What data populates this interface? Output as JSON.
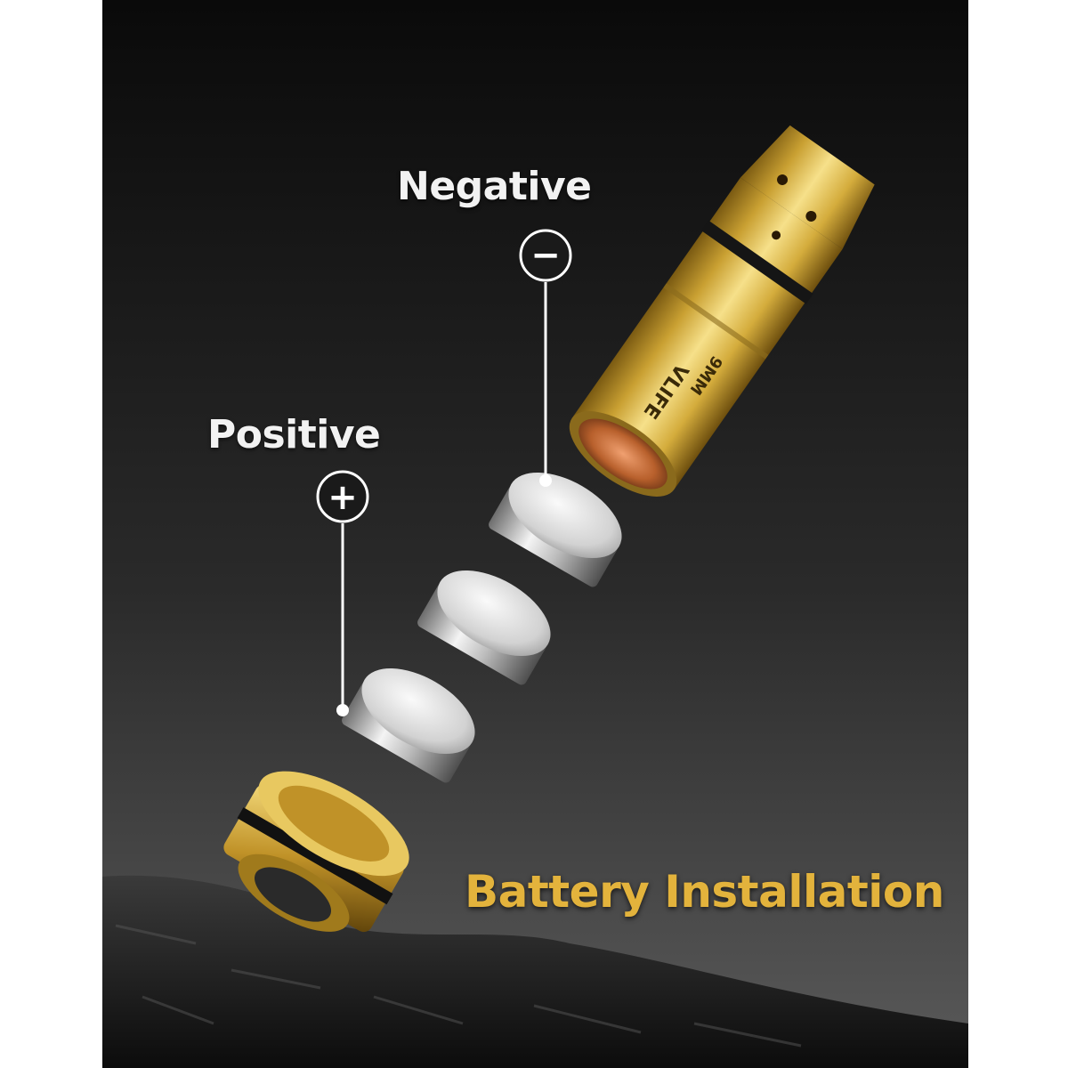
{
  "labels": {
    "negative": "Negative",
    "positive": "Positive",
    "title": "Battery Installation"
  },
  "symbols": {
    "negative": "−",
    "positive": "+"
  },
  "product": {
    "brand_text": "VLIFE",
    "caliber_text": "9MM"
  },
  "colors": {
    "background_top": "#0d0d0d",
    "background_bottom": "#4a4a4a",
    "brass": "#d9b24a",
    "brass_dark": "#8a6a1c",
    "title_accent": "#e3b33c",
    "label_text": "#f2f2f2"
  }
}
